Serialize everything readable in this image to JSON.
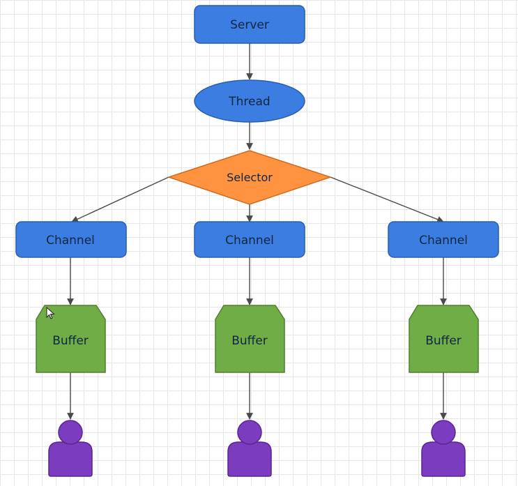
{
  "diagram": {
    "server": {
      "label": "Server"
    },
    "thread": {
      "label": "Thread"
    },
    "selector": {
      "label": "Selector"
    },
    "channels": [
      {
        "label": "Channel"
      },
      {
        "label": "Channel"
      },
      {
        "label": "Channel"
      }
    ],
    "buffers": [
      {
        "label": "Buffer"
      },
      {
        "label": "Buffer"
      },
      {
        "label": "Buffer"
      }
    ],
    "clients": [
      {
        "icon": "user-icon"
      },
      {
        "icon": "user-icon"
      },
      {
        "icon": "user-icon"
      }
    ]
  },
  "colors": {
    "blue": "#3b7de0",
    "blue_stroke": "#2a5ea8",
    "orange": "#ff9340",
    "orange_stroke": "#cf6a1c",
    "green": "#70ad47",
    "green_stroke": "#4f7f2f",
    "purple": "#7c3cc0",
    "purple_stroke": "#5a2590",
    "connector": "#4a4a4a"
  }
}
